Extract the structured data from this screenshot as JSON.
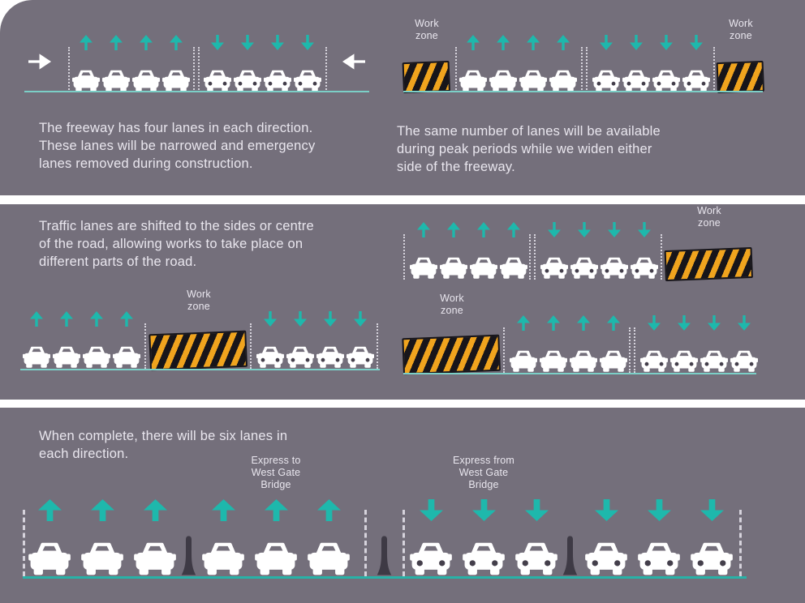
{
  "colors": {
    "page_bg": "#ffffff",
    "panel_bg": "#746f7b",
    "teal": "#1eb8ac",
    "text": "#e9e6ee",
    "dash": "#d6d3dc",
    "road_line": "#7bcfc7",
    "road_line_strong": "#28b2a7",
    "car_white": "#ffffff",
    "barrier_orange": "#f0a41e",
    "barrier_black": "#17151a",
    "bollard_dark": "#3e3a45"
  },
  "panels": {
    "top": {
      "captions": {
        "left": "The freeway has four lanes in each direction.\nThese lanes will be narrowed and emergency\nlanes removed during construction.",
        "right": "The same number of lanes will be available\nduring peak periods while we widen either\nside of the freeway."
      }
    },
    "middle": {
      "caption": "Traffic lanes are shifted to the sides or centre\nof the road, allowing works to take place on\ndifferent parts of the road."
    },
    "bottom": {
      "caption": "When complete, there will be six lanes in\neach direction."
    }
  },
  "labels": {
    "work_zone": "Work\nzone",
    "express_to": "Express to\nWest Gate\nBridge",
    "express_from": "Express from\nWest Gate\nBridge"
  },
  "diagrams": [
    {
      "el": "d1L",
      "items": [
        {
          "t": "arrowR",
          "ml": 2
        },
        {
          "t": "dash",
          "ml": 20
        },
        {
          "t": "cars",
          "dir": "up",
          "n": 4,
          "ml": 3
        },
        {
          "t": "dash2",
          "ml": 4
        },
        {
          "t": "cars",
          "dir": "down",
          "n": 4,
          "ml": 5
        },
        {
          "t": "dash",
          "ml": 5
        },
        {
          "t": "arrowL",
          "ml": 18
        }
      ]
    },
    {
      "el": "d1R",
      "items": [
        {
          "t": "zone",
          "labelKey": "work_zone",
          "w": 58,
          "h": 38
        },
        {
          "t": "dash",
          "ml": 6
        },
        {
          "t": "cars",
          "dir": "up",
          "n": 4,
          "ml": 3
        },
        {
          "t": "dash2",
          "ml": 5
        },
        {
          "t": "cars",
          "dir": "down",
          "n": 4,
          "ml": 6
        },
        {
          "t": "dash",
          "ml": 4
        },
        {
          "t": "zone",
          "labelKey": "work_zone",
          "w": 58,
          "h": 38,
          "ml": 3
        }
      ]
    },
    {
      "el": "d2L",
      "items": [
        {
          "t": "cars",
          "dir": "up",
          "n": 4,
          "ml": 2
        },
        {
          "t": "dash",
          "ml": 5
        },
        {
          "t": "zone",
          "labelKey": "work_zone",
          "w": 120,
          "h": 45,
          "ml": 5
        },
        {
          "t": "dash",
          "ml": 3
        },
        {
          "t": "cars",
          "dir": "down",
          "n": 4,
          "ml": 6
        },
        {
          "t": "dash",
          "ml": 3
        }
      ]
    },
    {
      "el": "d2RA",
      "items": [
        {
          "t": "dash"
        },
        {
          "t": "cars",
          "dir": "up",
          "n": 4,
          "ml": 6
        },
        {
          "t": "dash2",
          "ml": 2
        },
        {
          "t": "cars",
          "dir": "down",
          "n": 4,
          "ml": 6
        },
        {
          "t": "dash",
          "ml": 3
        },
        {
          "t": "zone",
          "labelKey": "work_zone",
          "w": 108,
          "h": 38,
          "ml": 4
        }
      ]
    },
    {
      "el": "d2RB",
      "items": [
        {
          "t": "zone",
          "labelKey": "work_zone",
          "w": 120,
          "h": 45
        },
        {
          "t": "dash",
          "ml": 3
        },
        {
          "t": "cars",
          "dir": "up",
          "n": 4,
          "ml": 6
        },
        {
          "t": "dash2",
          "ml": 2
        },
        {
          "t": "cars",
          "dir": "down",
          "n": 4,
          "ml": 6
        }
      ]
    },
    {
      "el": "d3",
      "items": [
        {
          "t": "dash",
          "big": true
        },
        {
          "t": "cars",
          "dir": "up",
          "n": 3,
          "big": true,
          "ml": 4
        },
        {
          "t": "bollard",
          "ml": 5
        },
        {
          "t": "cars",
          "dir": "up",
          "n": 3,
          "big": true,
          "ml": 6,
          "labelKey": "express_to"
        },
        {
          "t": "dash",
          "big": true,
          "ml": 18
        },
        {
          "t": "bollard",
          "ml": 11
        },
        {
          "t": "dash",
          "big": true,
          "ml": 12
        },
        {
          "t": "cars",
          "dir": "down",
          "n": 3,
          "big": true,
          "ml": 6,
          "labelKey": "express_from"
        },
        {
          "t": "bollard",
          "ml": 5
        },
        {
          "t": "cars",
          "dir": "down",
          "n": 3,
          "big": true,
          "ml": 8
        },
        {
          "t": "dash",
          "big": true,
          "ml": 8
        }
      ]
    }
  ]
}
